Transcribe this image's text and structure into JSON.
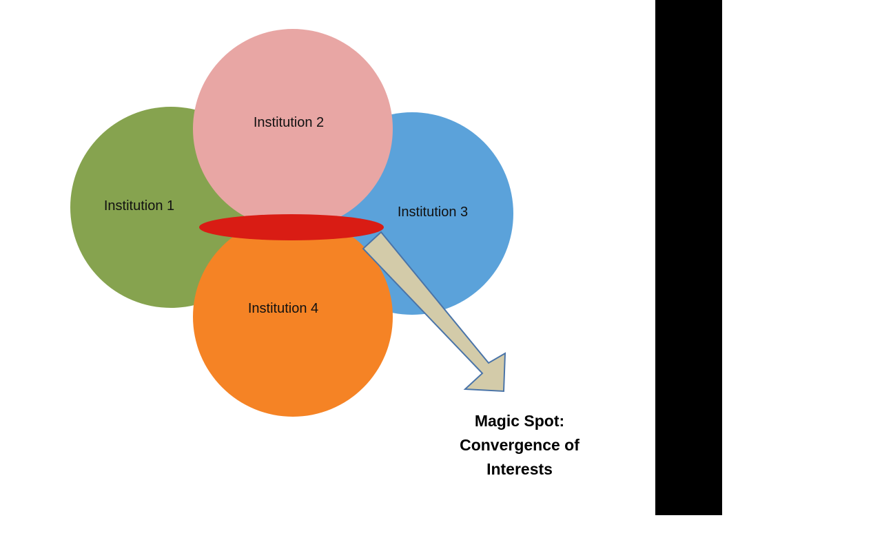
{
  "institutions": [
    {
      "label": "Institution 1",
      "color": "#86A34F"
    },
    {
      "label": "Institution 2",
      "color": "#E8A6A4"
    },
    {
      "label": "Institution 3",
      "color": "#5BA2DA"
    },
    {
      "label": "Institution 4",
      "color": "#F58325"
    }
  ],
  "magic_spot": {
    "color": "#D91C14",
    "arrow_fill": "#D3CBA9",
    "arrow_stroke": "#4A74A8",
    "caption_lines": [
      "Magic Spot:",
      "Convergence of",
      "Interests"
    ]
  },
  "side_panel": {
    "color": "#000000"
  }
}
